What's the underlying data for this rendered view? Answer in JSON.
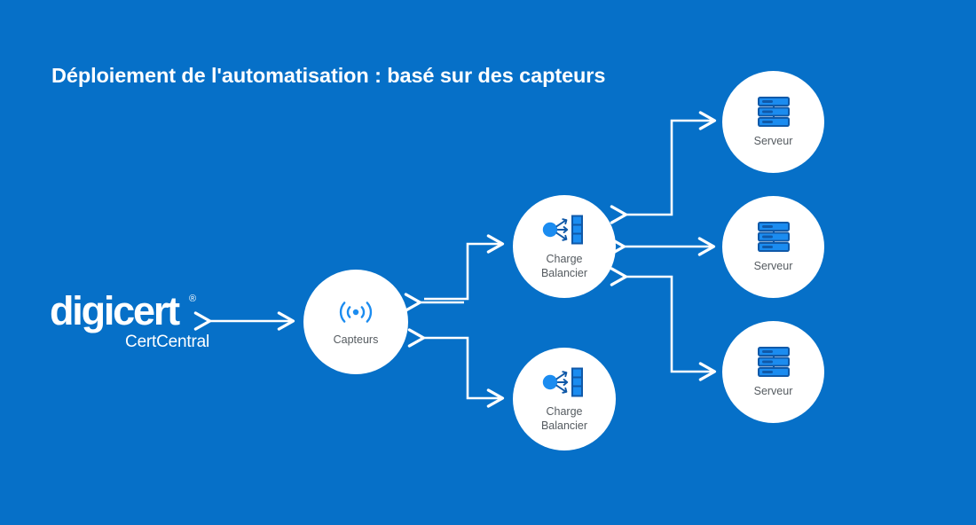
{
  "page": {
    "title": "Déploiement de l'automatisation : basé sur des capteurs",
    "background_color": "#0670c8",
    "node_fill_color": "#ffffff",
    "icon_color": "#1b8cf0",
    "icon_outline_color": "#1059a8",
    "label_color": "#555b60",
    "arrow_color": "#ffffff"
  },
  "logo": {
    "wordmark": "digicert",
    "registered_mark": "®",
    "product": "CertCentral"
  },
  "nodes": {
    "sensor": {
      "label": "Capteurs",
      "icon": "wireless-sensor-icon"
    },
    "load_balancer_1": {
      "label": "Charge\nBalancier",
      "icon": "load-balancer-icon"
    },
    "load_balancer_2": {
      "label": "Charge\nBalancier",
      "icon": "load-balancer-icon"
    },
    "server_1": {
      "label": "Serveur",
      "icon": "server-rack-icon"
    },
    "server_2": {
      "label": "Serveur",
      "icon": "server-rack-icon"
    },
    "server_3": {
      "label": "Serveur",
      "icon": "server-rack-icon"
    }
  },
  "connectors": [
    {
      "name": "digicert-to-sensor",
      "from": "digicert-certcentral",
      "to": "Capteurs",
      "style": "straight",
      "direction": "bidirectional"
    },
    {
      "name": "sensor-to-load-balancer-1",
      "from": "Capteurs",
      "to": "Charge Balancier",
      "style": "elbow-up",
      "direction": "bidirectional"
    },
    {
      "name": "sensor-to-load-balancer-2",
      "from": "Capteurs",
      "to": "Charge Balancier",
      "style": "elbow-down",
      "direction": "bidirectional"
    },
    {
      "name": "load-balancer-1-to-server-1",
      "from": "Charge Balancier",
      "to": "Serveur",
      "style": "elbow-up",
      "direction": "bidirectional"
    },
    {
      "name": "load-balancer-1-to-server-2",
      "from": "Charge Balancier",
      "to": "Serveur",
      "style": "straight",
      "direction": "bidirectional"
    },
    {
      "name": "load-balancer-1-to-server-3",
      "from": "Charge Balancier",
      "to": "Serveur",
      "style": "elbow-down",
      "direction": "bidirectional"
    }
  ]
}
